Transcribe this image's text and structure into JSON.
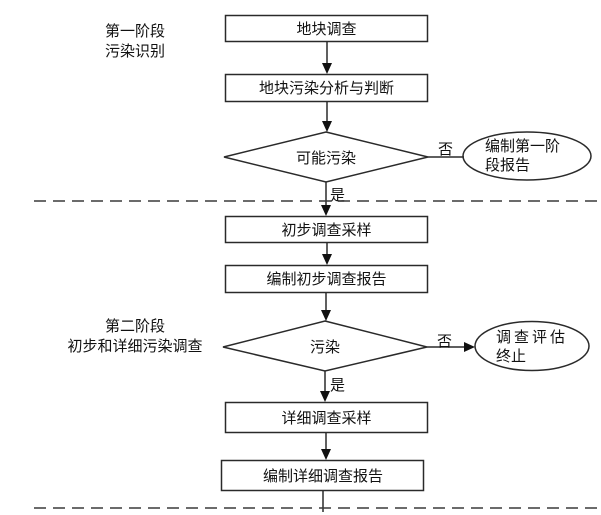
{
  "page": {
    "background": "#ffffff",
    "stroke_color": "#2a2a2a",
    "text_color": "#111111"
  },
  "stage1": {
    "label": {
      "line1": "第一阶段",
      "line2": "污染识别"
    },
    "box_survey": "地块调查",
    "box_analysis": "地块污染分析与判断",
    "decision": "可能污染",
    "decision_no": "否",
    "decision_yes": "是",
    "report_ellipse": {
      "line1": "编制第一阶",
      "line2": "段报告"
    }
  },
  "stage2": {
    "label": {
      "line1": "第二阶段",
      "line2": "初步和详细污染调查"
    },
    "box_preliminary_sampling": "初步调查采样",
    "box_preliminary_report": "编制初步调查报告",
    "decision": "污染",
    "decision_no": "否",
    "decision_yes": "是",
    "terminate_ellipse": {
      "line1": "调查评估",
      "line2": "终止"
    },
    "box_detailed_sampling": "详细调查采样",
    "box_detailed_report": "编制详细调查报告"
  }
}
